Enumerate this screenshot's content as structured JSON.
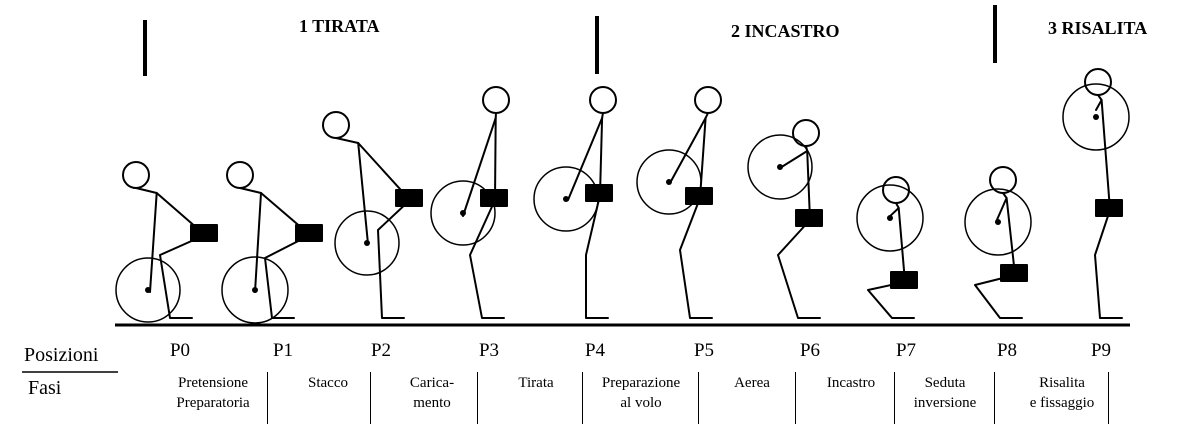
{
  "phases": [
    {
      "label": "1 TIRATA"
    },
    {
      "label": "2 INCASTRO"
    },
    {
      "label": "3 RISALITA"
    }
  ],
  "row_labels": {
    "positions": "Posizioni",
    "phases": "Fasi"
  },
  "positions": [
    "P0",
    "P1",
    "P2",
    "P3",
    "P4",
    "P5",
    "P6",
    "P7",
    "P8",
    "P9"
  ],
  "stages": [
    {
      "line1": "Pretensione",
      "line2": "Preparatoria"
    },
    {
      "line1": "Stacco",
      "line2": ""
    },
    {
      "line1": "Carica-",
      "line2": "mento"
    },
    {
      "line1": "Tirata",
      "line2": ""
    },
    {
      "line1": "Preparazione",
      "line2": "al volo"
    },
    {
      "line1": "Aerea",
      "line2": ""
    },
    {
      "line1": "Incastro",
      "line2": ""
    },
    {
      "line1": "Seduta",
      "line2": "inversione"
    },
    {
      "line1": "Risalita",
      "line2": "e fissaggio"
    }
  ]
}
